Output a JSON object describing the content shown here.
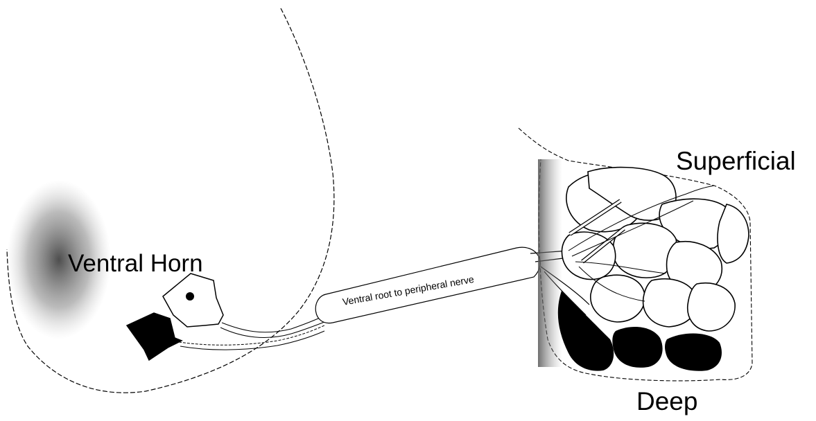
{
  "labels": {
    "ventral_horn": "Ventral Horn",
    "nerve": "Ventral root to peripheral nerve",
    "superficial": "Superficial",
    "deep": "Deep"
  },
  "colors": {
    "line": "#000000",
    "background": "#ffffff",
    "shade": "#555555"
  }
}
